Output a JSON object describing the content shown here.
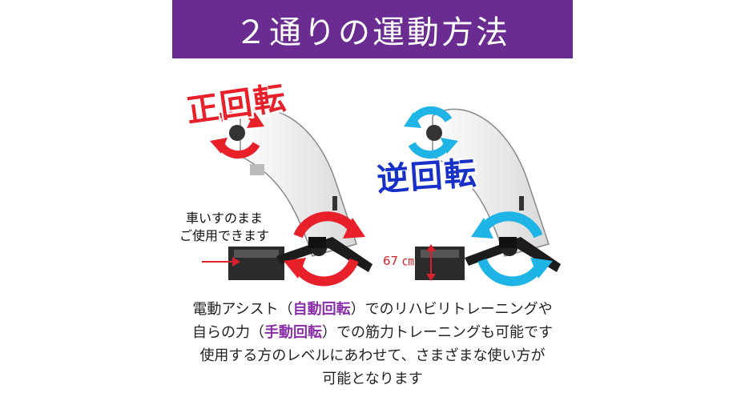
{
  "header": {
    "title": "２通りの運動方法"
  },
  "labels": {
    "forward": "正回転",
    "reverse": "逆回転",
    "wheelchair_line1": "車いすのまま",
    "wheelchair_line2": "ご使用できます",
    "height": "67 ㎝"
  },
  "description": {
    "line1_pre": "電動アシスト（",
    "line1_hl": "自動回転",
    "line1_post": "）でのリハビリトレーニングや",
    "line2_pre": "自らの力（",
    "line2_hl": "手動回転",
    "line2_post": "）での筋力トレーニングも可能です",
    "line3": "使用する方のレベルにあわせて、さまざまな使い方が",
    "line4": "可能となります"
  },
  "colors": {
    "banner": "#6a2c91",
    "forward_arrow": "#e8202a",
    "reverse_arrow": "#1eb4e6",
    "reverse_text": "#1630c8",
    "highlight": "#8a2ea8"
  },
  "icons": [
    "rotation-arrow-icon",
    "arrow-right-icon",
    "double-arrow-vertical-icon"
  ]
}
